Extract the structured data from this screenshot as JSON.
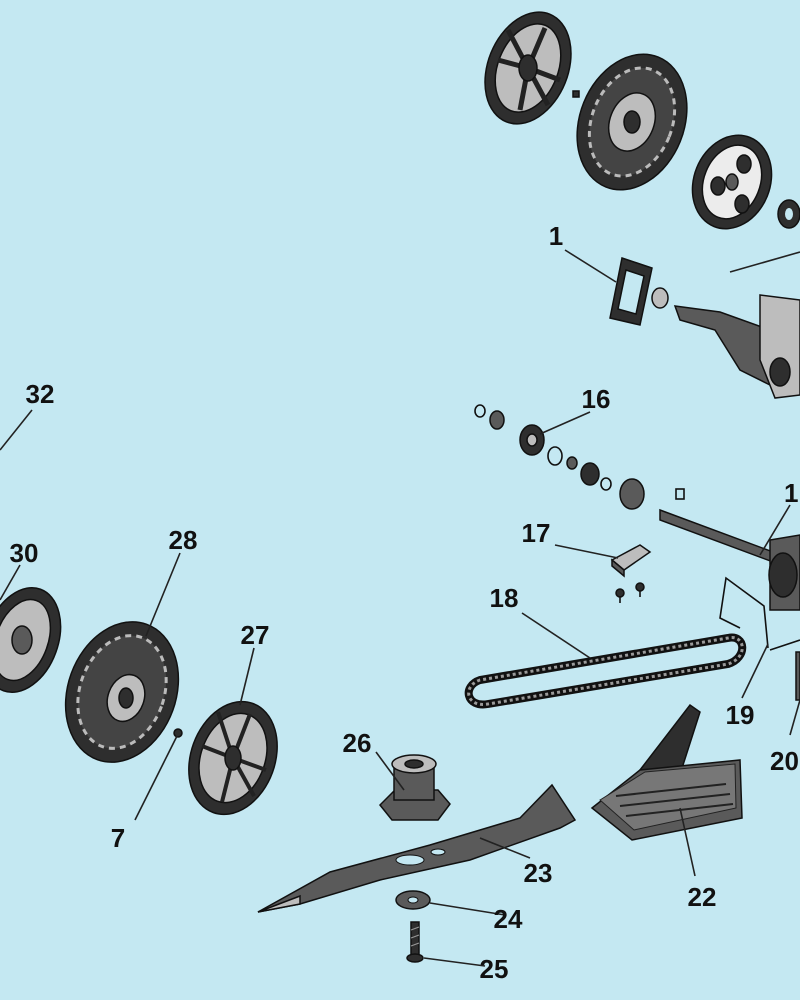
{
  "diagram": {
    "part_labels": [
      "1",
      "16",
      "17",
      "18",
      "19",
      "20",
      "22",
      "23",
      "24",
      "25",
      "26",
      "27",
      "28",
      "30",
      "32",
      "7",
      "1"
    ]
  }
}
